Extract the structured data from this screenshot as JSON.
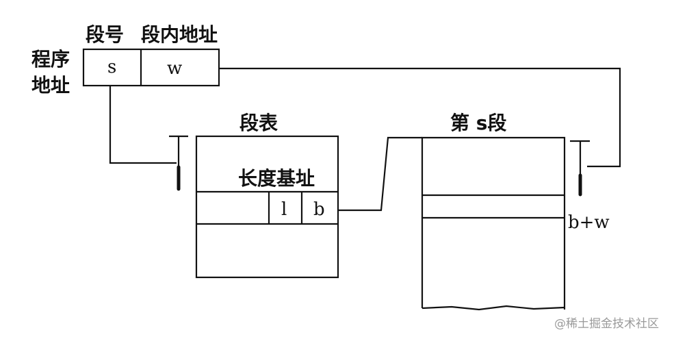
{
  "address": {
    "label_segment_number": "段号",
    "label_offset": "段内地址",
    "label_program_line1": "程序",
    "label_program_line2": "地址",
    "cell_s": "s",
    "cell_w": "w"
  },
  "segment_table": {
    "title": "段表",
    "header": "长度基址",
    "cell_length": "l",
    "cell_base": "b"
  },
  "segment_s": {
    "title": "第 s段",
    "offset_label": "b+w"
  },
  "watermark": "@稀土掘金技术社区"
}
